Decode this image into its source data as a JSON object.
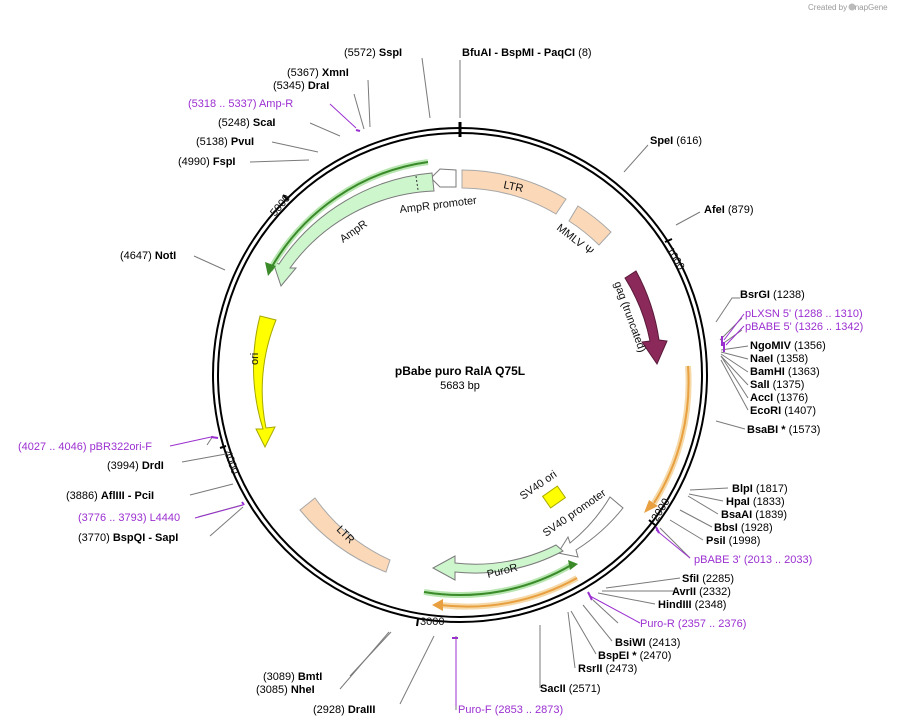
{
  "credit": "Created by SnapGene",
  "plasmid": {
    "name": "pBabe puro RalA Q75L",
    "length": "5683 bp"
  },
  "ticks": [
    "1000",
    "2000",
    "3000",
    "4000",
    "5000"
  ],
  "features": [
    {
      "id": "ltr1",
      "label": "LTR",
      "color": "#fbd9b8",
      "stroke": "#a8a8a8"
    },
    {
      "id": "mmlv",
      "label": "MMLV Ψ",
      "color": "#fbd9b8",
      "stroke": "#a8a8a8"
    },
    {
      "id": "gag",
      "label": "gag (truncated)",
      "color": "#8b2a5a",
      "stroke": "#5a1a3a"
    },
    {
      "id": "ori",
      "label": "ori",
      "color": "#ffff00",
      "stroke": "#a8a800"
    },
    {
      "id": "ltr2",
      "label": "LTR",
      "color": "#fbd9b8",
      "stroke": "#a8a8a8"
    },
    {
      "id": "ampr",
      "label": "AmpR",
      "color": "#cdf6cd",
      "stroke": "#7a7a7a"
    },
    {
      "id": "amprprom",
      "label": "AmpR promoter",
      "color": "#ffffff",
      "stroke": "#7a7a7a"
    },
    {
      "id": "sv40ori",
      "label": "SV40 ori",
      "color": "#ffff00",
      "stroke": "#a8a800"
    },
    {
      "id": "sv40prom",
      "label": "SV40 promoter",
      "color": "#ffffff",
      "stroke": "#7a7a7a"
    },
    {
      "id": "puror",
      "label": "PuroR",
      "color": "#cdf6cd",
      "stroke": "#7a7a7a"
    }
  ],
  "sites": [
    {
      "id": "sspI",
      "pos": "(5572)",
      "name": "SspI"
    },
    {
      "id": "bfuai",
      "name": "BfuAI",
      "extra": "- BspMI",
      "extra2": "- PaqCI",
      "pos": "(8)"
    },
    {
      "id": "xmnI",
      "pos": "(5367)",
      "name": "XmnI"
    },
    {
      "id": "draI",
      "pos": "(5345)",
      "name": "DraI"
    },
    {
      "id": "ampR_primer",
      "pos": "(5318 .. 5337)",
      "name": "Amp-R"
    },
    {
      "id": "scaI",
      "pos": "(5248)",
      "name": "ScaI"
    },
    {
      "id": "pvuI",
      "pos": "(5138)",
      "name": "PvuI"
    },
    {
      "id": "fspI",
      "pos": "(4990)",
      "name": "FspI"
    },
    {
      "id": "speI",
      "name": "SpeI",
      "pos": "(616)"
    },
    {
      "id": "afeI",
      "name": "AfeI",
      "pos": "(879)"
    },
    {
      "id": "notI",
      "pos": "(4647)",
      "name": "NotI"
    },
    {
      "id": "bsrGI",
      "name": "BsrGI",
      "pos": "(1238)"
    },
    {
      "id": "plxsn5",
      "name": "pLXSN 5'",
      "pos": "(1288 .. 1310)"
    },
    {
      "id": "pbabe5",
      "name": "pBABE 5'",
      "pos": "(1326 .. 1342)"
    },
    {
      "id": "ngomiv",
      "name": "NgoMIV",
      "pos": "(1356)"
    },
    {
      "id": "naeI",
      "name": "NaeI",
      "pos": "(1358)"
    },
    {
      "id": "bamHI",
      "name": "BamHI",
      "pos": "(1363)"
    },
    {
      "id": "salI",
      "name": "SalI",
      "pos": "(1375)"
    },
    {
      "id": "accI",
      "name": "AccI",
      "pos": "(1376)"
    },
    {
      "id": "ecoRI",
      "name": "EcoRI",
      "pos": "(1407)"
    },
    {
      "id": "bsabI",
      "name": "BsaBI *",
      "pos": "(1573)"
    },
    {
      "id": "pbr322",
      "pos": "(4027 .. 4046)",
      "name": "pBR322ori-F"
    },
    {
      "id": "drdI",
      "pos": "(3994)",
      "name": "DrdI"
    },
    {
      "id": "aflIII",
      "pos": "(3886)",
      "name": "AflIII",
      "extra": "- PciI"
    },
    {
      "id": "l4440",
      "pos": "(3776 .. 3793)",
      "name": "L4440"
    },
    {
      "id": "bspQI",
      "pos": "(3770)",
      "name": "BspQI",
      "extra": "- SapI"
    },
    {
      "id": "blpI",
      "name": "BlpI",
      "pos": "(1817)"
    },
    {
      "id": "hpaI",
      "name": "HpaI",
      "pos": "(1833)"
    },
    {
      "id": "bsaAI",
      "name": "BsaAI",
      "pos": "(1839)"
    },
    {
      "id": "bbsI",
      "name": "BbsI",
      "pos": "(1928)"
    },
    {
      "id": "psiI",
      "name": "PsiI",
      "pos": "(1998)"
    },
    {
      "id": "pbabe3",
      "name": "pBABE 3'",
      "pos": "(2013 .. 2033)"
    },
    {
      "id": "sfiI",
      "name": "SfiI",
      "pos": "(2285)"
    },
    {
      "id": "avrII",
      "name": "AvrII",
      "pos": "(2332)"
    },
    {
      "id": "hindIII",
      "name": "HindIII",
      "pos": "(2348)"
    },
    {
      "id": "puroR_primer",
      "name": "Puro-R",
      "pos": "(2357 .. 2376)"
    },
    {
      "id": "bsiWI",
      "name": "BsiWI",
      "pos": "(2413)"
    },
    {
      "id": "bspEI",
      "name": "BspEI *",
      "pos": "(2470)"
    },
    {
      "id": "rsrII",
      "name": "RsrII",
      "pos": "(2473)"
    },
    {
      "id": "sacII",
      "name": "SacII",
      "pos": "(2571)"
    },
    {
      "id": "puroF",
      "name": "Puro-F",
      "pos": "(2853 .. 2873)"
    },
    {
      "id": "draIII",
      "pos": "(2928)",
      "name": "DraIII"
    },
    {
      "id": "bmtI",
      "pos": "(3089)",
      "name": "BmtI"
    },
    {
      "id": "nheI",
      "pos": "(3085)",
      "name": "NheI"
    }
  ],
  "colors": {
    "primer": "#9b30d0",
    "orf_orange": "#e8a040",
    "orf_green": "#3a8a2a",
    "backbone": "#000000"
  }
}
